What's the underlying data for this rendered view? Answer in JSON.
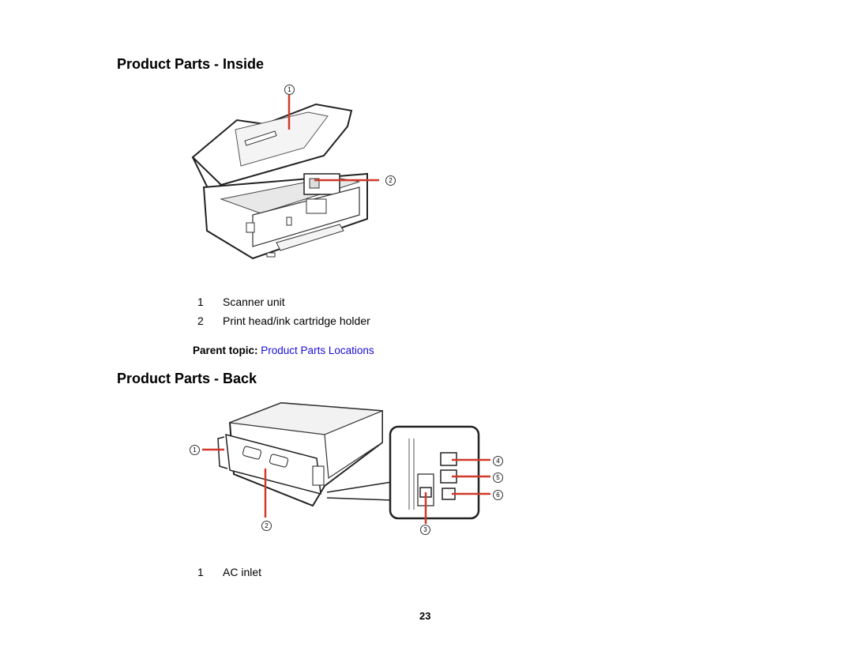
{
  "section_inside": {
    "title": "Product Parts - Inside",
    "callouts": [
      "1",
      "2"
    ],
    "items": [
      {
        "num": "1",
        "label": "Scanner unit"
      },
      {
        "num": "2",
        "label": "Print head/ink cartridge holder"
      }
    ],
    "parent_topic_label": "Parent topic:",
    "parent_topic_link": "Product Parts Locations"
  },
  "section_back": {
    "title": "Product Parts - Back",
    "callouts": [
      "1",
      "2",
      "3",
      "4",
      "5",
      "6"
    ],
    "items": [
      {
        "num": "1",
        "label": "AC inlet"
      }
    ]
  },
  "page_number": "23",
  "colors": {
    "callout_line": "#d0392b",
    "link": "#1a0dd6"
  }
}
